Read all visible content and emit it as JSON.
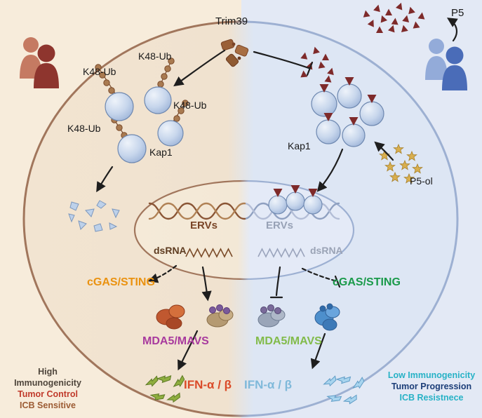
{
  "figure_labels": {
    "trim39": "Trim39",
    "p5": "P5",
    "p5_ol": "P5-ol",
    "k48ub": [
      "K48-Ub",
      "K48-Ub",
      "K48-Ub",
      "K48-Ub"
    ],
    "kap1_left": "Kap1",
    "kap1_right": "Kap1",
    "ervs_left": "ERVs",
    "ervs_right": "ERVs",
    "dsrna_left": "dsRNA",
    "dsrna_right": "dsRNA",
    "cgas_sting_left": "cGAS/STING",
    "cgas_sting_right": "cGAS/STING",
    "mda5_mavs_left": "MDA5/MAVS",
    "mda5_mavs_right": "MDA5/MAVS",
    "ifn_left": "IFN-α / β",
    "ifn_right": "IFN-α / β"
  },
  "outcomes": {
    "left": [
      "High Immunogenicity",
      "Tumor Control",
      "ICB Sensitive"
    ],
    "right": [
      "Low Immunogenicity",
      "Tumor Progression",
      "ICB Resistnece"
    ]
  },
  "colors": {
    "background_left": "#f7ecdb",
    "background_right": "#e3e9f5",
    "membrane_left": "#a1765c",
    "membrane_right": "#9db0d2",
    "cgas_sting_left": "#ea9210",
    "cgas_sting_right": "#1a9a4a",
    "mda5_mavs_left": "#a83a9e",
    "mda5_mavs_right": "#82bb4a",
    "ifn_left": "#da4a28",
    "ifn_right": "#7fb9da",
    "p5_triangle": "#7e2a2a",
    "p5ol_star": "#d9af4e",
    "kap1_sphere": "#c7d6ec",
    "ubiquitin_bead": "#a97a50",
    "outcome_left_accent": "#c03a2b",
    "outcome_right_accent": "#27b2c6"
  }
}
